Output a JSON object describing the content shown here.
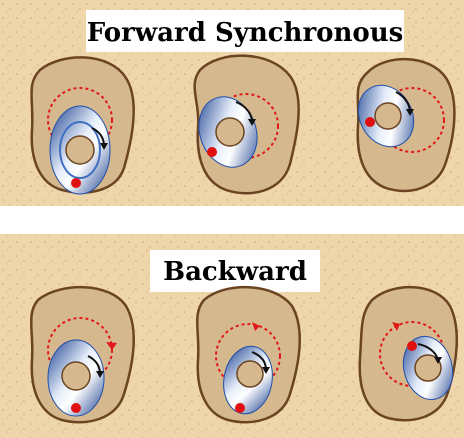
{
  "panels": [
    {
      "title": "Forward Synchronous",
      "positions": [
        {
          "hole_offset": "bottom",
          "marker": "bottom"
        },
        {
          "hole_offset": "left",
          "marker": "left-bottom"
        },
        {
          "hole_offset": "upper-left",
          "marker": "left"
        }
      ]
    },
    {
      "title": "Backward",
      "positions": [
        {
          "hole_offset": "bottom",
          "marker": "bottom"
        },
        {
          "hole_offset": "bottom-left",
          "marker": "bottom"
        },
        {
          "hole_offset": "right",
          "marker": "top-left"
        }
      ]
    }
  ],
  "colors": {
    "sand": "#efd6aa",
    "sand_dots": "#c9a978",
    "borehole_fill": "#d6b88e",
    "borehole_outline": "#6b4423",
    "orbit_dashed": "#e01818",
    "rotor_dark": "#1f4fa8",
    "rotor_light": "#ffffff",
    "marker": "#e01010",
    "label_bg": "#ffffff"
  }
}
